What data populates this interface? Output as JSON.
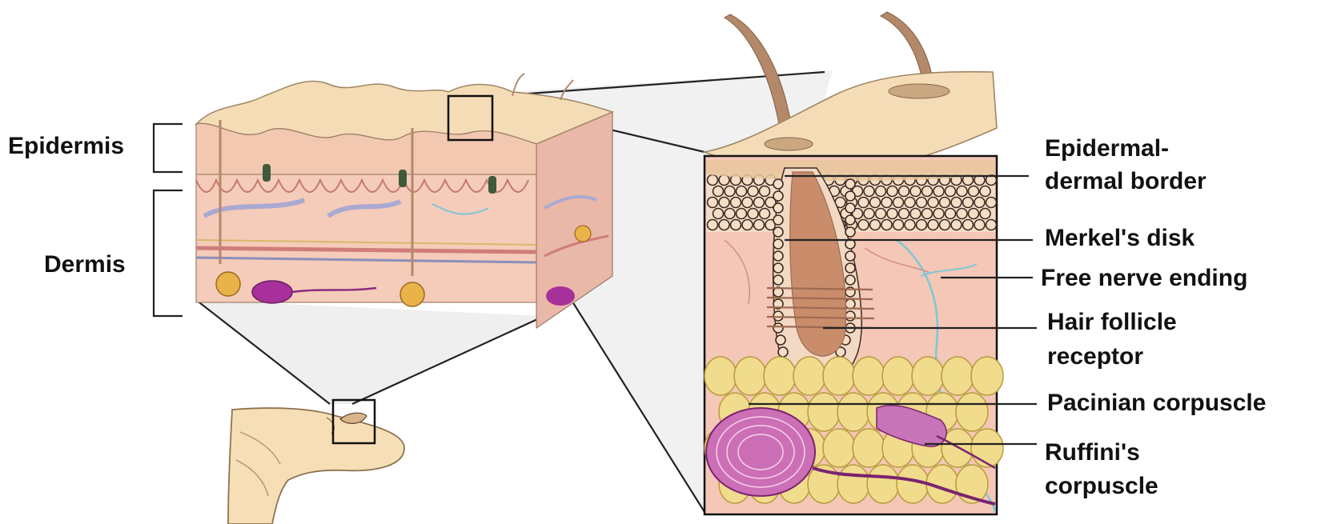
{
  "labels": {
    "epidermis": "Epidermis",
    "dermis": "Dermis",
    "epidermal_dermal_border_1": "Epidermal-",
    "epidermal_dermal_border_2": "dermal border",
    "merkels_disk": "Merkel's disk",
    "free_nerve_ending": "Free nerve ending",
    "hair_follicle_receptor_1": "Hair follicle",
    "hair_follicle_receptor_2": "receptor",
    "pacinian_corpuscle": "Pacinian corpuscle",
    "ruffinis_corpuscle_1": "Ruffini's",
    "ruffinis_corpuscle_2": "corpuscle"
  },
  "colors": {
    "skin_surface": "#f3d9b3",
    "epidermis": "#f2c9b0",
    "dermis": "#f4c6b6",
    "fat": "#f0dc8c",
    "pacinian": "#b2309a",
    "nerve_blue": "#7cc8d4",
    "hair": "#b4896a"
  },
  "icons": [
    "finger-icon",
    "skin-block-icon",
    "hair-follicle-icon",
    "pacinian-corpuscle-icon"
  ]
}
